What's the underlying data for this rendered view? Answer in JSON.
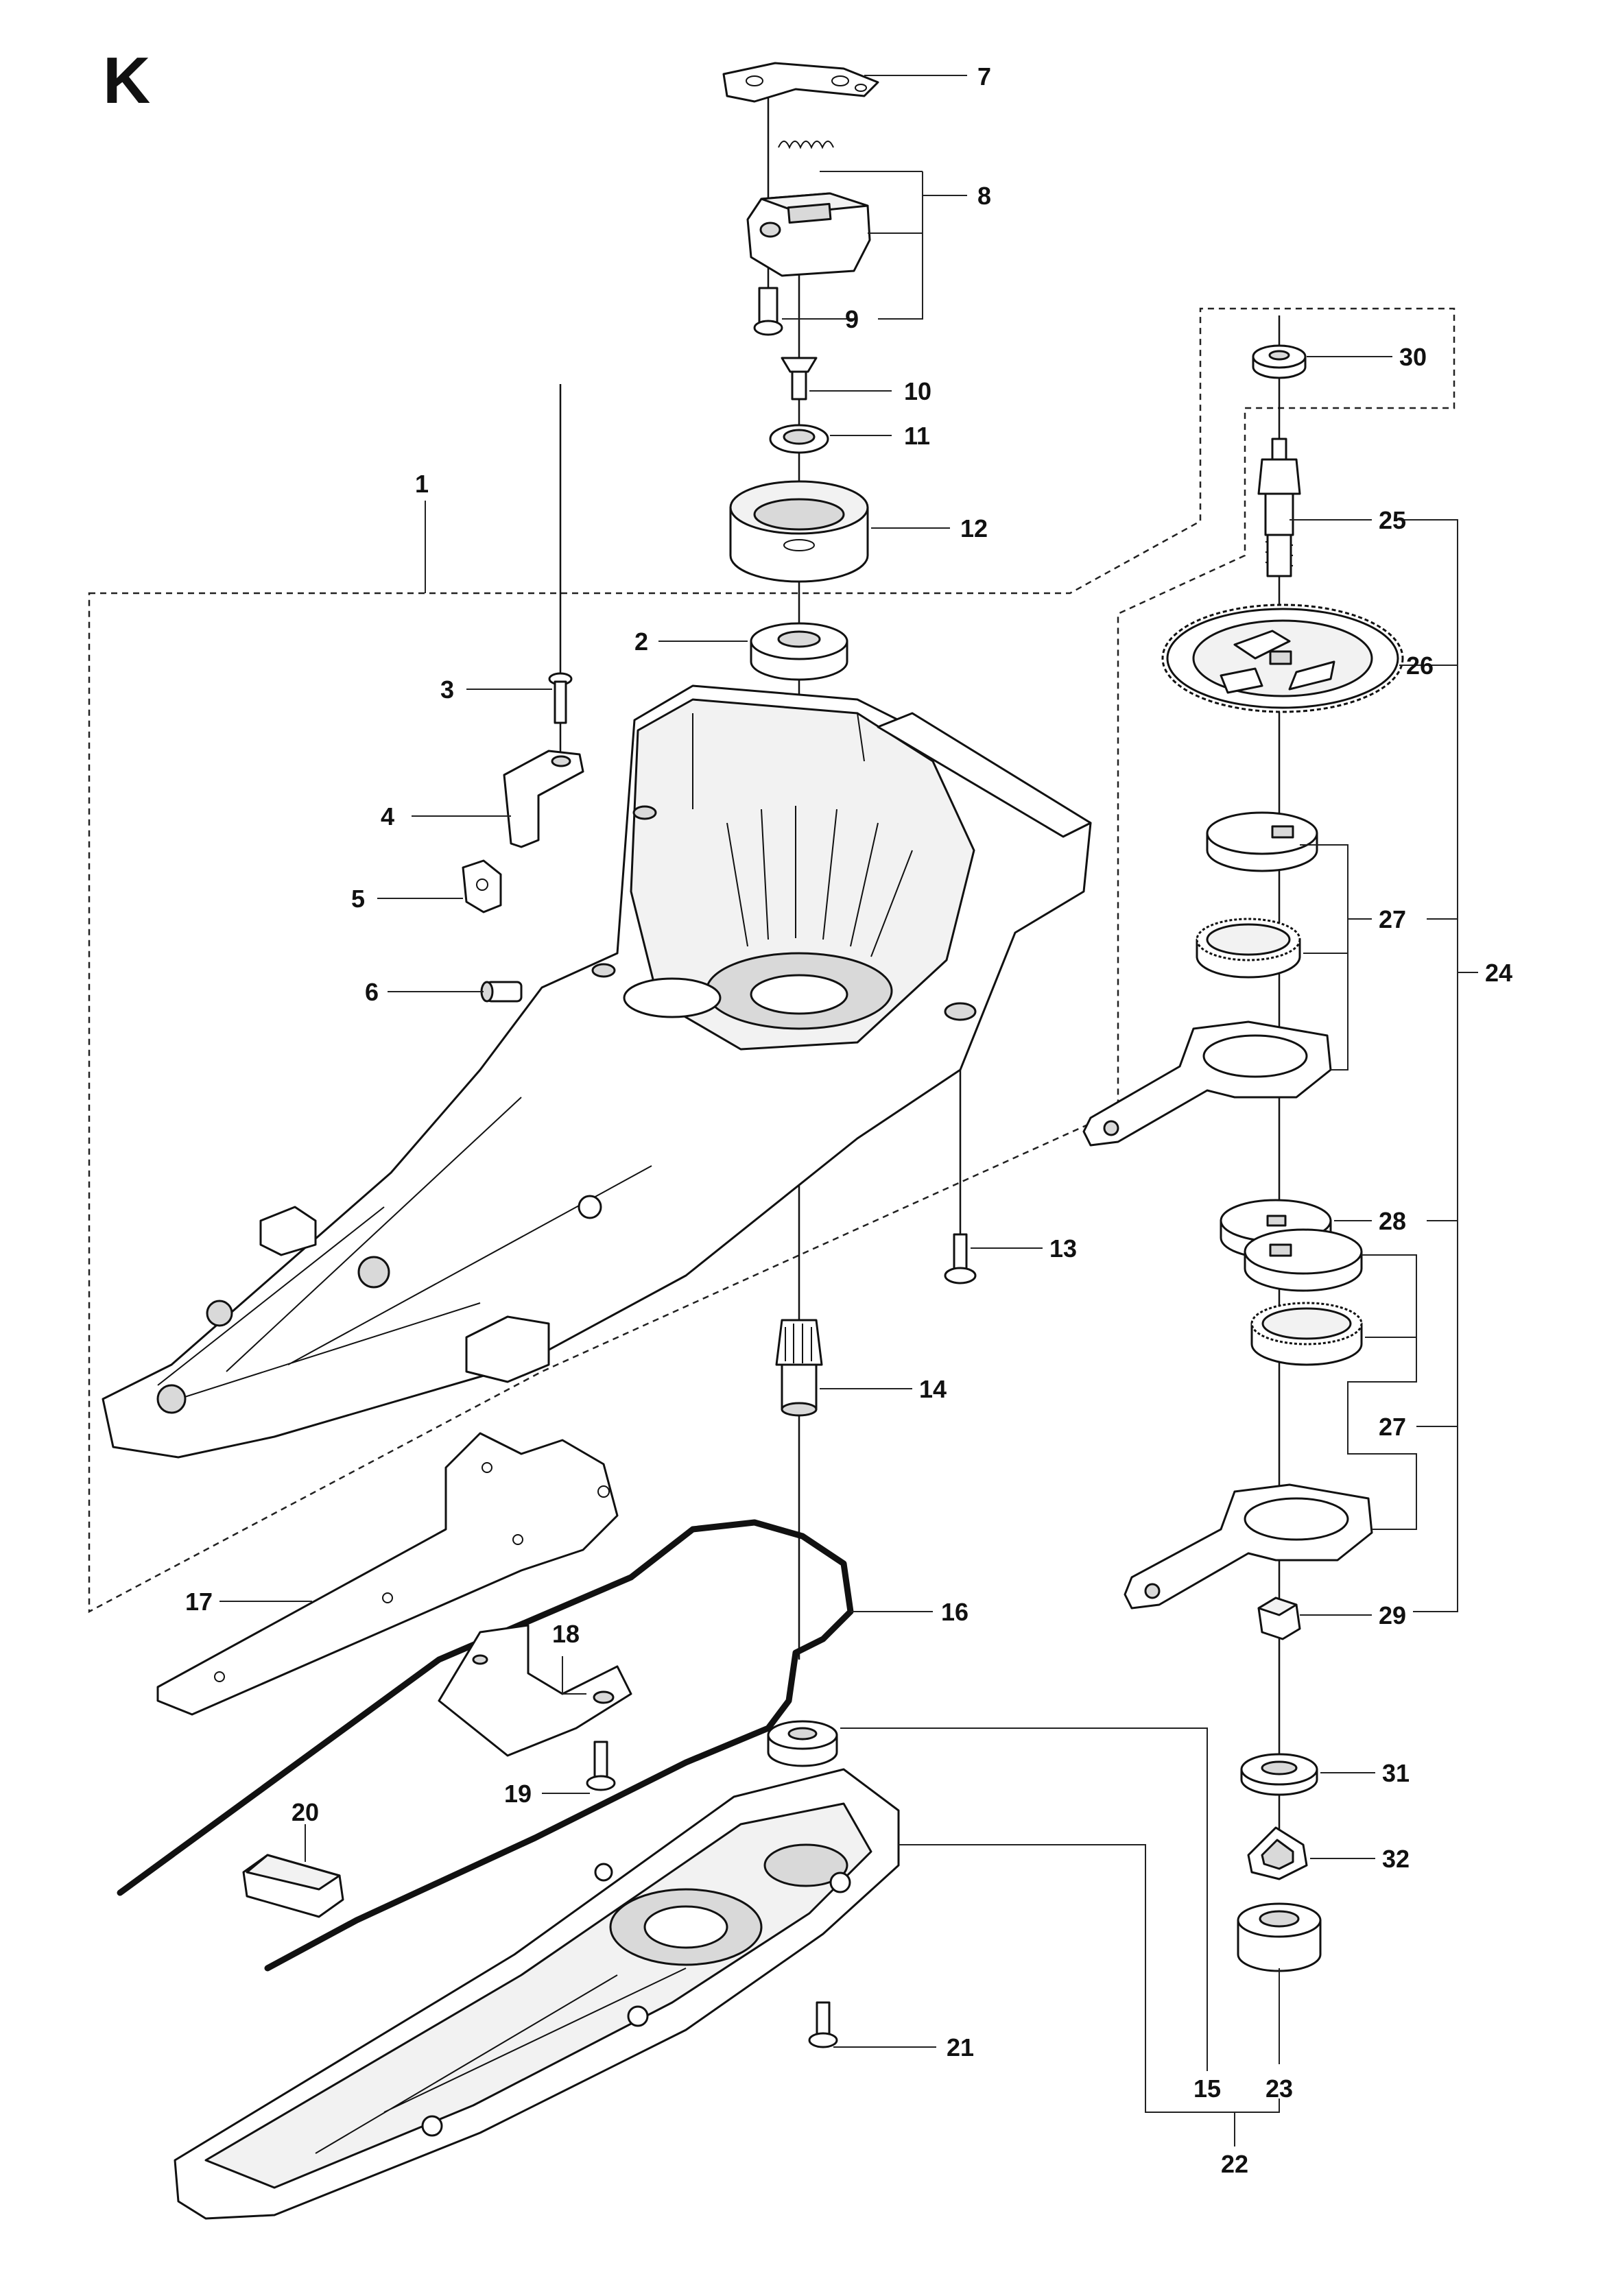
{
  "section": "K",
  "callouts": [
    "1",
    "2",
    "3",
    "4",
    "5",
    "6",
    "7",
    "8",
    "9",
    "10",
    "11",
    "12",
    "13",
    "14",
    "15",
    "16",
    "17",
    "18",
    "19",
    "20",
    "21",
    "22",
    "23",
    "24",
    "25",
    "26",
    "27",
    "28",
    "29",
    "30",
    "31",
    "32"
  ],
  "colors": {
    "ink": "#111111",
    "paper": "#ffffff",
    "shade": "#d9d9d9"
  }
}
